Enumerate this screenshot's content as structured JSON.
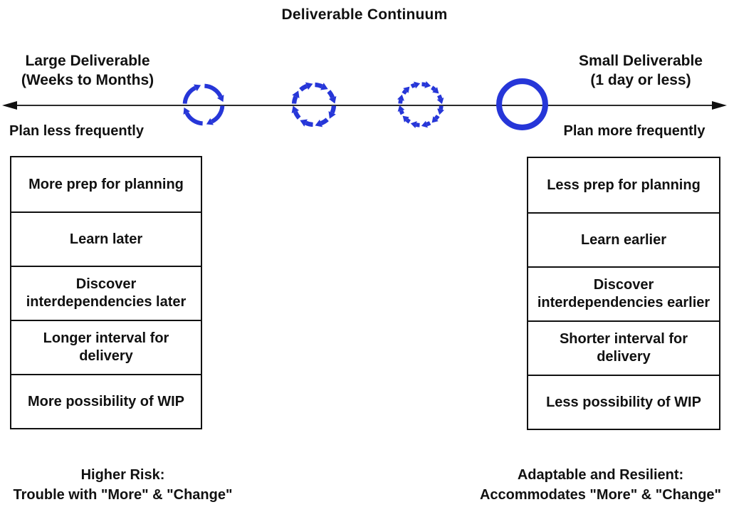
{
  "title": "Deliverable Continuum",
  "colors": {
    "accent_blue": "#2636d8",
    "line": "#2a2a2a"
  },
  "timeline": {
    "left_label": "Large Deliverable\n(Weeks to Months)",
    "right_label": "Small Deliverable\n(1 day or less)",
    "left_plan_caption": "Plan less frequently",
    "right_plan_caption": "Plan more frequently",
    "cycles": [
      {
        "name": "iteration-cycle-4-arrows",
        "segments": 4
      },
      {
        "name": "iteration-cycle-8-arrows",
        "segments": 8
      },
      {
        "name": "iteration-cycle-12-arrows",
        "segments": 12
      },
      {
        "name": "continuous-cycle-circle",
        "segments": 0
      }
    ]
  },
  "left_table": {
    "rows": [
      "More prep for planning",
      "Learn later",
      "Discover\ninterdependencies later",
      "Longer interval for\ndelivery",
      "More possibility of WIP"
    ]
  },
  "right_table": {
    "rows": [
      "Less prep for planning",
      "Learn earlier",
      "Discover\ninterdependencies earlier",
      "Shorter interval for\ndelivery",
      "Less possibility of WIP"
    ]
  },
  "footer": {
    "left_caption": "Higher Risk:\nTrouble with \"More\" & \"Change\"",
    "right_caption": "Adaptable and Resilient:\nAccommodates \"More\" & \"Change\""
  }
}
